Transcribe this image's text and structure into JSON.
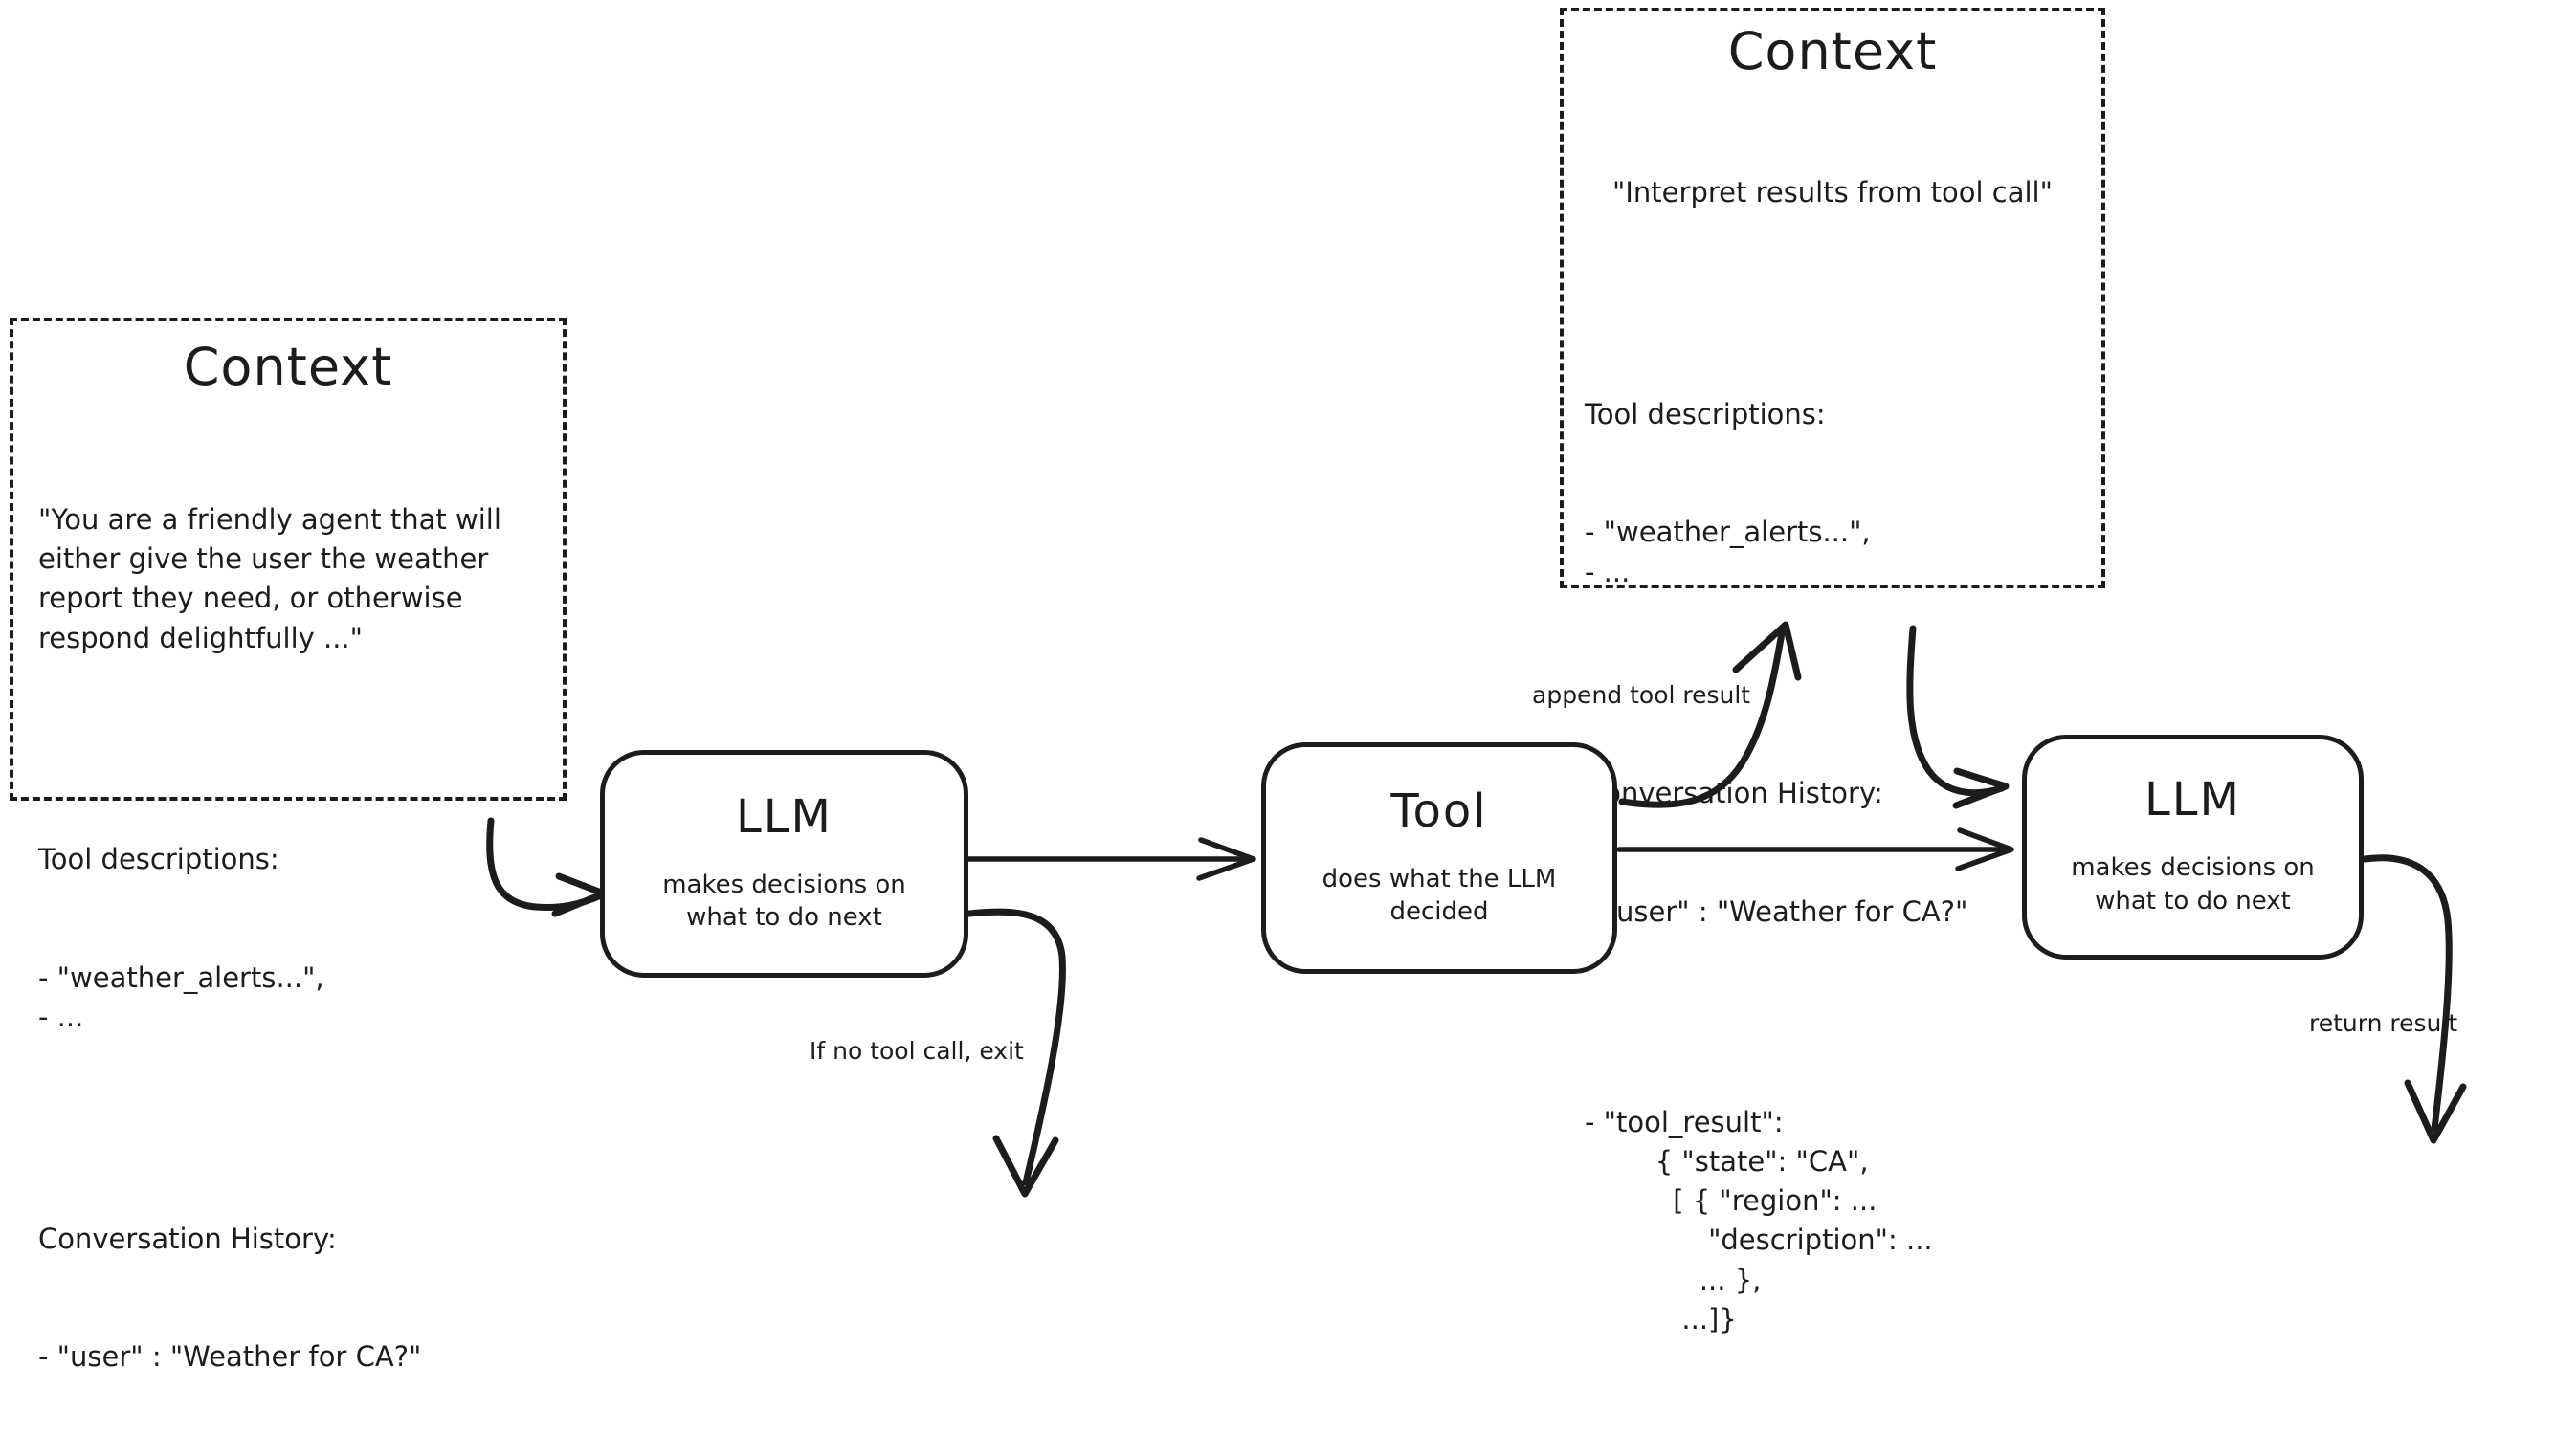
{
  "diagram": {
    "title": "Agent loop with LLM, Tool and Context",
    "ink_color": "#1c1c1c",
    "background": "#ffffff"
  },
  "context_left": {
    "title": "Context",
    "system_prompt": "\"You are a friendly agent that will\neither give the user the weather\nreport they need, or otherwise\nrespond delightfully ...\"",
    "tool_descriptions_heading": "Tool descriptions:",
    "tool_descriptions_items": "- \"weather_alerts...\",\n- ...",
    "conversation_heading": "Conversation History:",
    "conversation_items": "- \"user\" : \"Weather for CA?\""
  },
  "context_right": {
    "title": "Context",
    "system_prompt": "\"Interpret results from tool call\"",
    "tool_descriptions_heading": "Tool descriptions:",
    "tool_descriptions_items": "- \"weather_alerts...\",\n- ...",
    "conversation_heading": "Conversation History:",
    "conversation_user": "- \"user\" : \"Weather for CA?\"",
    "conversation_tool_result": "- \"tool_result\":\n        { \"state\": \"CA\",\n          [ { \"region\": ...\n              \"description\": ...\n             ... },\n           ...]}"
  },
  "nodes": {
    "llm_first": {
      "title": "LLM",
      "subtitle": "makes decisions on\nwhat to do next"
    },
    "tool": {
      "title": "Tool",
      "subtitle": "does what the LLM\ndecided"
    },
    "llm_second": {
      "title": "LLM",
      "subtitle": "makes decisions on\nwhat to do next"
    }
  },
  "edges": {
    "exit_label": "If no tool call, exit",
    "append_label": "append tool result",
    "return_label": "return result"
  }
}
